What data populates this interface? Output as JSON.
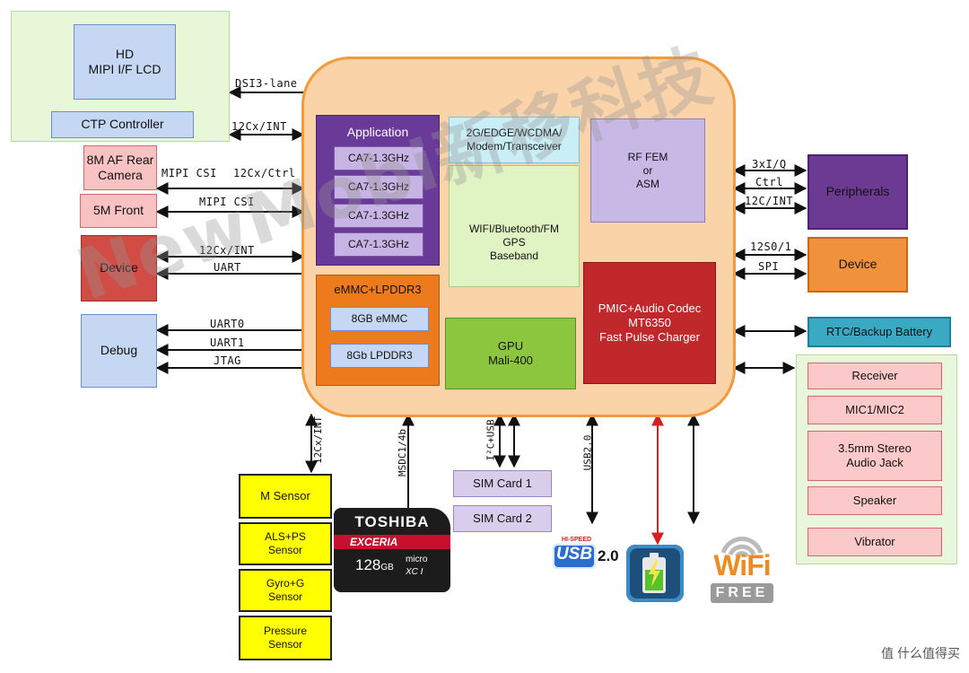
{
  "top_left": {
    "hd_lcd": [
      "HD",
      "MIPI I/F LCD"
    ],
    "ctp": "CTP  Controller",
    "camera_rear": [
      "8M AF Rear",
      "Camera"
    ],
    "camera_front": "5M Front",
    "device": "Device",
    "debug": "Debug"
  },
  "left_labels": {
    "dsi": "DSI3-lane",
    "i2c_int_top": "12Cx/INT",
    "mipi_csi_1": "MIPI CSI",
    "i2c_ctrl": "12Cx/Ctrl",
    "mipi_csi_2": "MIPI CSI",
    "i2c_int_dev": "12Cx/INT",
    "uart": "UART",
    "uart0": "UART0",
    "uart1": "UART1",
    "jtag": "JTAG"
  },
  "soc": {
    "application": {
      "title": "Application",
      "cores": [
        "CA7-1.3GHz",
        "CA7-1.3GHz",
        "CA7-1.3GHz",
        "CA7-1.3GHz"
      ]
    },
    "memory": {
      "title": "eMMC+LPDDR3",
      "emmc": "8GB eMMC",
      "lpddr": "8Gb LPDDR3"
    },
    "modem": [
      "2G/EDGE/WCDMA/",
      "Modem/Transceiver"
    ],
    "wifi": [
      "WIFI/Bluetooth/FM",
      "GPS",
      "Baseband"
    ],
    "rf": [
      "RF FEM",
      "or",
      "ASM"
    ],
    "gpu": [
      "GPU",
      "Mali-400"
    ],
    "pmic": [
      "PMIC+Audio Codec",
      "MT6350",
      "Fast Pulse Charger"
    ]
  },
  "right": {
    "labels": {
      "iq": "3xI/Q",
      "ctrl": "Ctrl",
      "i2c_int": "12C/INT",
      "i2s": "12S0/1",
      "spi": "SPI"
    },
    "peripherals": "Peripherals",
    "device": "Device",
    "rtc": "RTC/Backup Battery",
    "audio": {
      "receiver": "Receiver",
      "mic": "MIC1/MIC2",
      "jack": [
        "3.5mm Stereo",
        "Audio Jack"
      ],
      "speaker": "Speaker",
      "vibrator": "Vibrator"
    }
  },
  "bottom": {
    "labels": {
      "i2c_int": "12Cx/INT",
      "msdc": "MSDC1/4b",
      "i2c_usb": "I²C+USB",
      "usb": "USB2.0"
    },
    "sensors": {
      "m": "M Sensor",
      "als": [
        "ALS+PS",
        "Sensor"
      ],
      "gyro": [
        "Gyro+G",
        "Sensor"
      ],
      "pressure": [
        "Pressure",
        "Sensor"
      ]
    },
    "sim1": "SIM Card 1",
    "sim2": "SIM Card 2",
    "sdcard": {
      "brand": "TOSHIBA",
      "line": "EXCERIA",
      "capacity": "128",
      "unit": "GB",
      "micro": "micro",
      "class": "XC I"
    },
    "usb_logo": {
      "tag": "HI-SPEED",
      "text": "USB",
      "ver": "2.0"
    },
    "wifi_logo": {
      "text": "WiFi",
      "sub": "FREE"
    }
  },
  "watermark": "NewMobi新移科技",
  "footer": "值 什么值得买",
  "colors": {
    "soc_fill": "#fbd3a8",
    "soc_border": "#f29a3c",
    "application": "#6a3a98",
    "memory": "#ee7a1e",
    "modem": "#c9eef6",
    "wifi": "#dff3c3",
    "rf": "#c7b8e6",
    "gpu": "#8cc63f",
    "pmic": "#c0282b",
    "peripherals": "#6d3a93",
    "device_right": "#f0913b",
    "rtc": "#3aa9c4",
    "audio_panel": "#e8f7dc",
    "audio_item": "#fbc9c9",
    "sensor": "#ffff00",
    "lcd_panel": "#e7f7d8",
    "lcd_box": "#c5d7f2"
  }
}
